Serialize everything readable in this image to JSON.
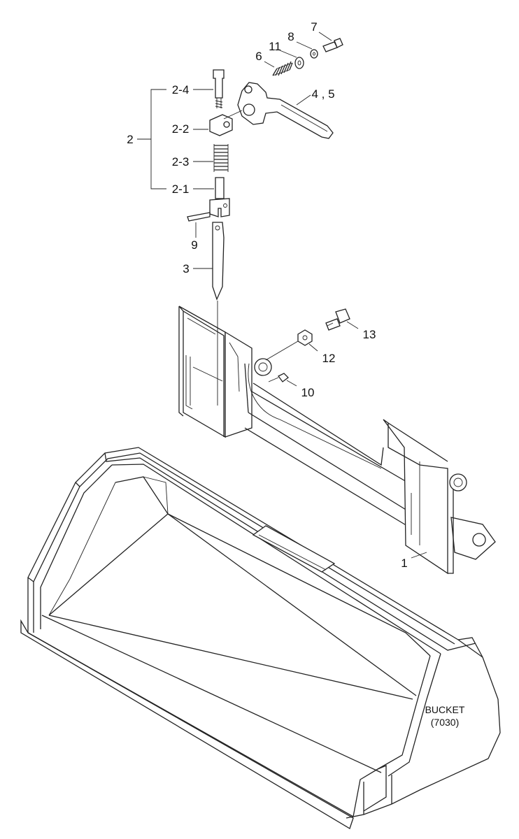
{
  "diagram": {
    "callouts": {
      "c2_4": "2-4",
      "c2_2": "2-2",
      "c2": "2",
      "c2_3": "2-3",
      "c2_1": "2-1",
      "c9": "9",
      "c3": "3",
      "c6": "6",
      "c11": "11",
      "c8": "8",
      "c7": "7",
      "c4_5": "4 , 5",
      "c13": "13",
      "c12": "12",
      "c10": "10",
      "c1": "1"
    },
    "bucket_label": {
      "line1": "BUCKET",
      "line2": "(7030)"
    }
  }
}
